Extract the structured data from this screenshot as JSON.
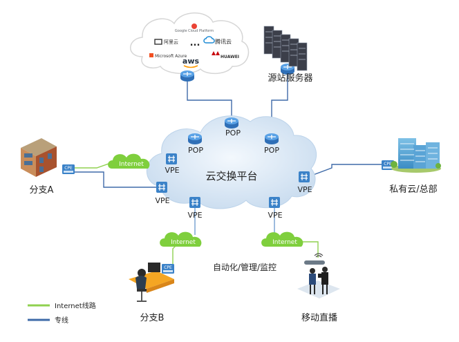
{
  "core": {
    "label": "云交换平台"
  },
  "pops": [
    "POP",
    "POP",
    "POP"
  ],
  "vpe_label": "VPE",
  "cpe_label": "CPE",
  "internet_label": "Internet",
  "sites": {
    "branch_a": "分支A",
    "branch_b": "分支B",
    "private_cloud": "私有云/总部",
    "mobile_live": "移动直播",
    "origin_server": "源站服务器"
  },
  "public_cloud": {
    "providers": [
      "阿里云",
      "腾讯云",
      "Microsoft Azure",
      "HUAWEI",
      "aws",
      "Google Cloud Platform"
    ],
    "ellipsis": "..."
  },
  "automation": "自动化/管理/监控",
  "legend": [
    {
      "label": "Internet线路",
      "color": "#8fd14f"
    },
    {
      "label": "专线",
      "color": "#3e6aa8"
    }
  ],
  "colors": {
    "internet": "#8fd14f",
    "dedicated": "#3e6aa8",
    "router": "#4a90d9",
    "cloud": "#d3e3f3"
  }
}
